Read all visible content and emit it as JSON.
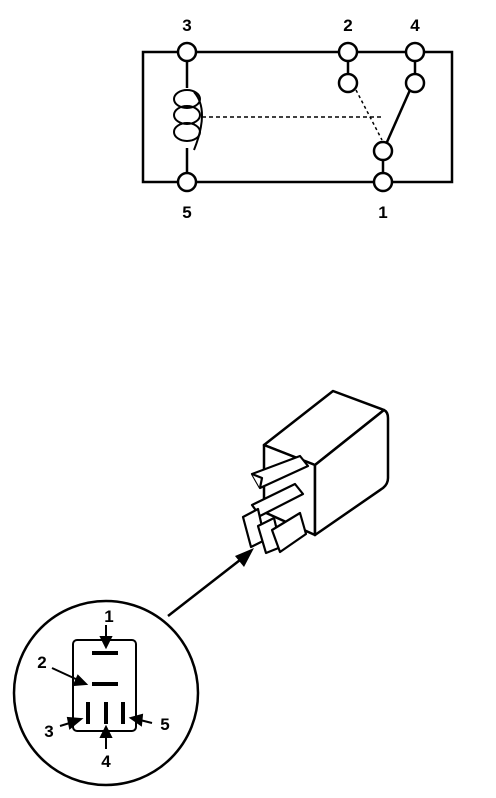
{
  "schematic": {
    "terminals": {
      "t1": "1",
      "t2": "2",
      "t3": "3",
      "t4": "4",
      "t5": "5"
    }
  },
  "connector_view": {
    "pins": {
      "p1": "1",
      "p2": "2",
      "p3": "3",
      "p4": "4",
      "p5": "5"
    }
  },
  "colors": {
    "ink": "#000000",
    "background": "#ffffff"
  }
}
